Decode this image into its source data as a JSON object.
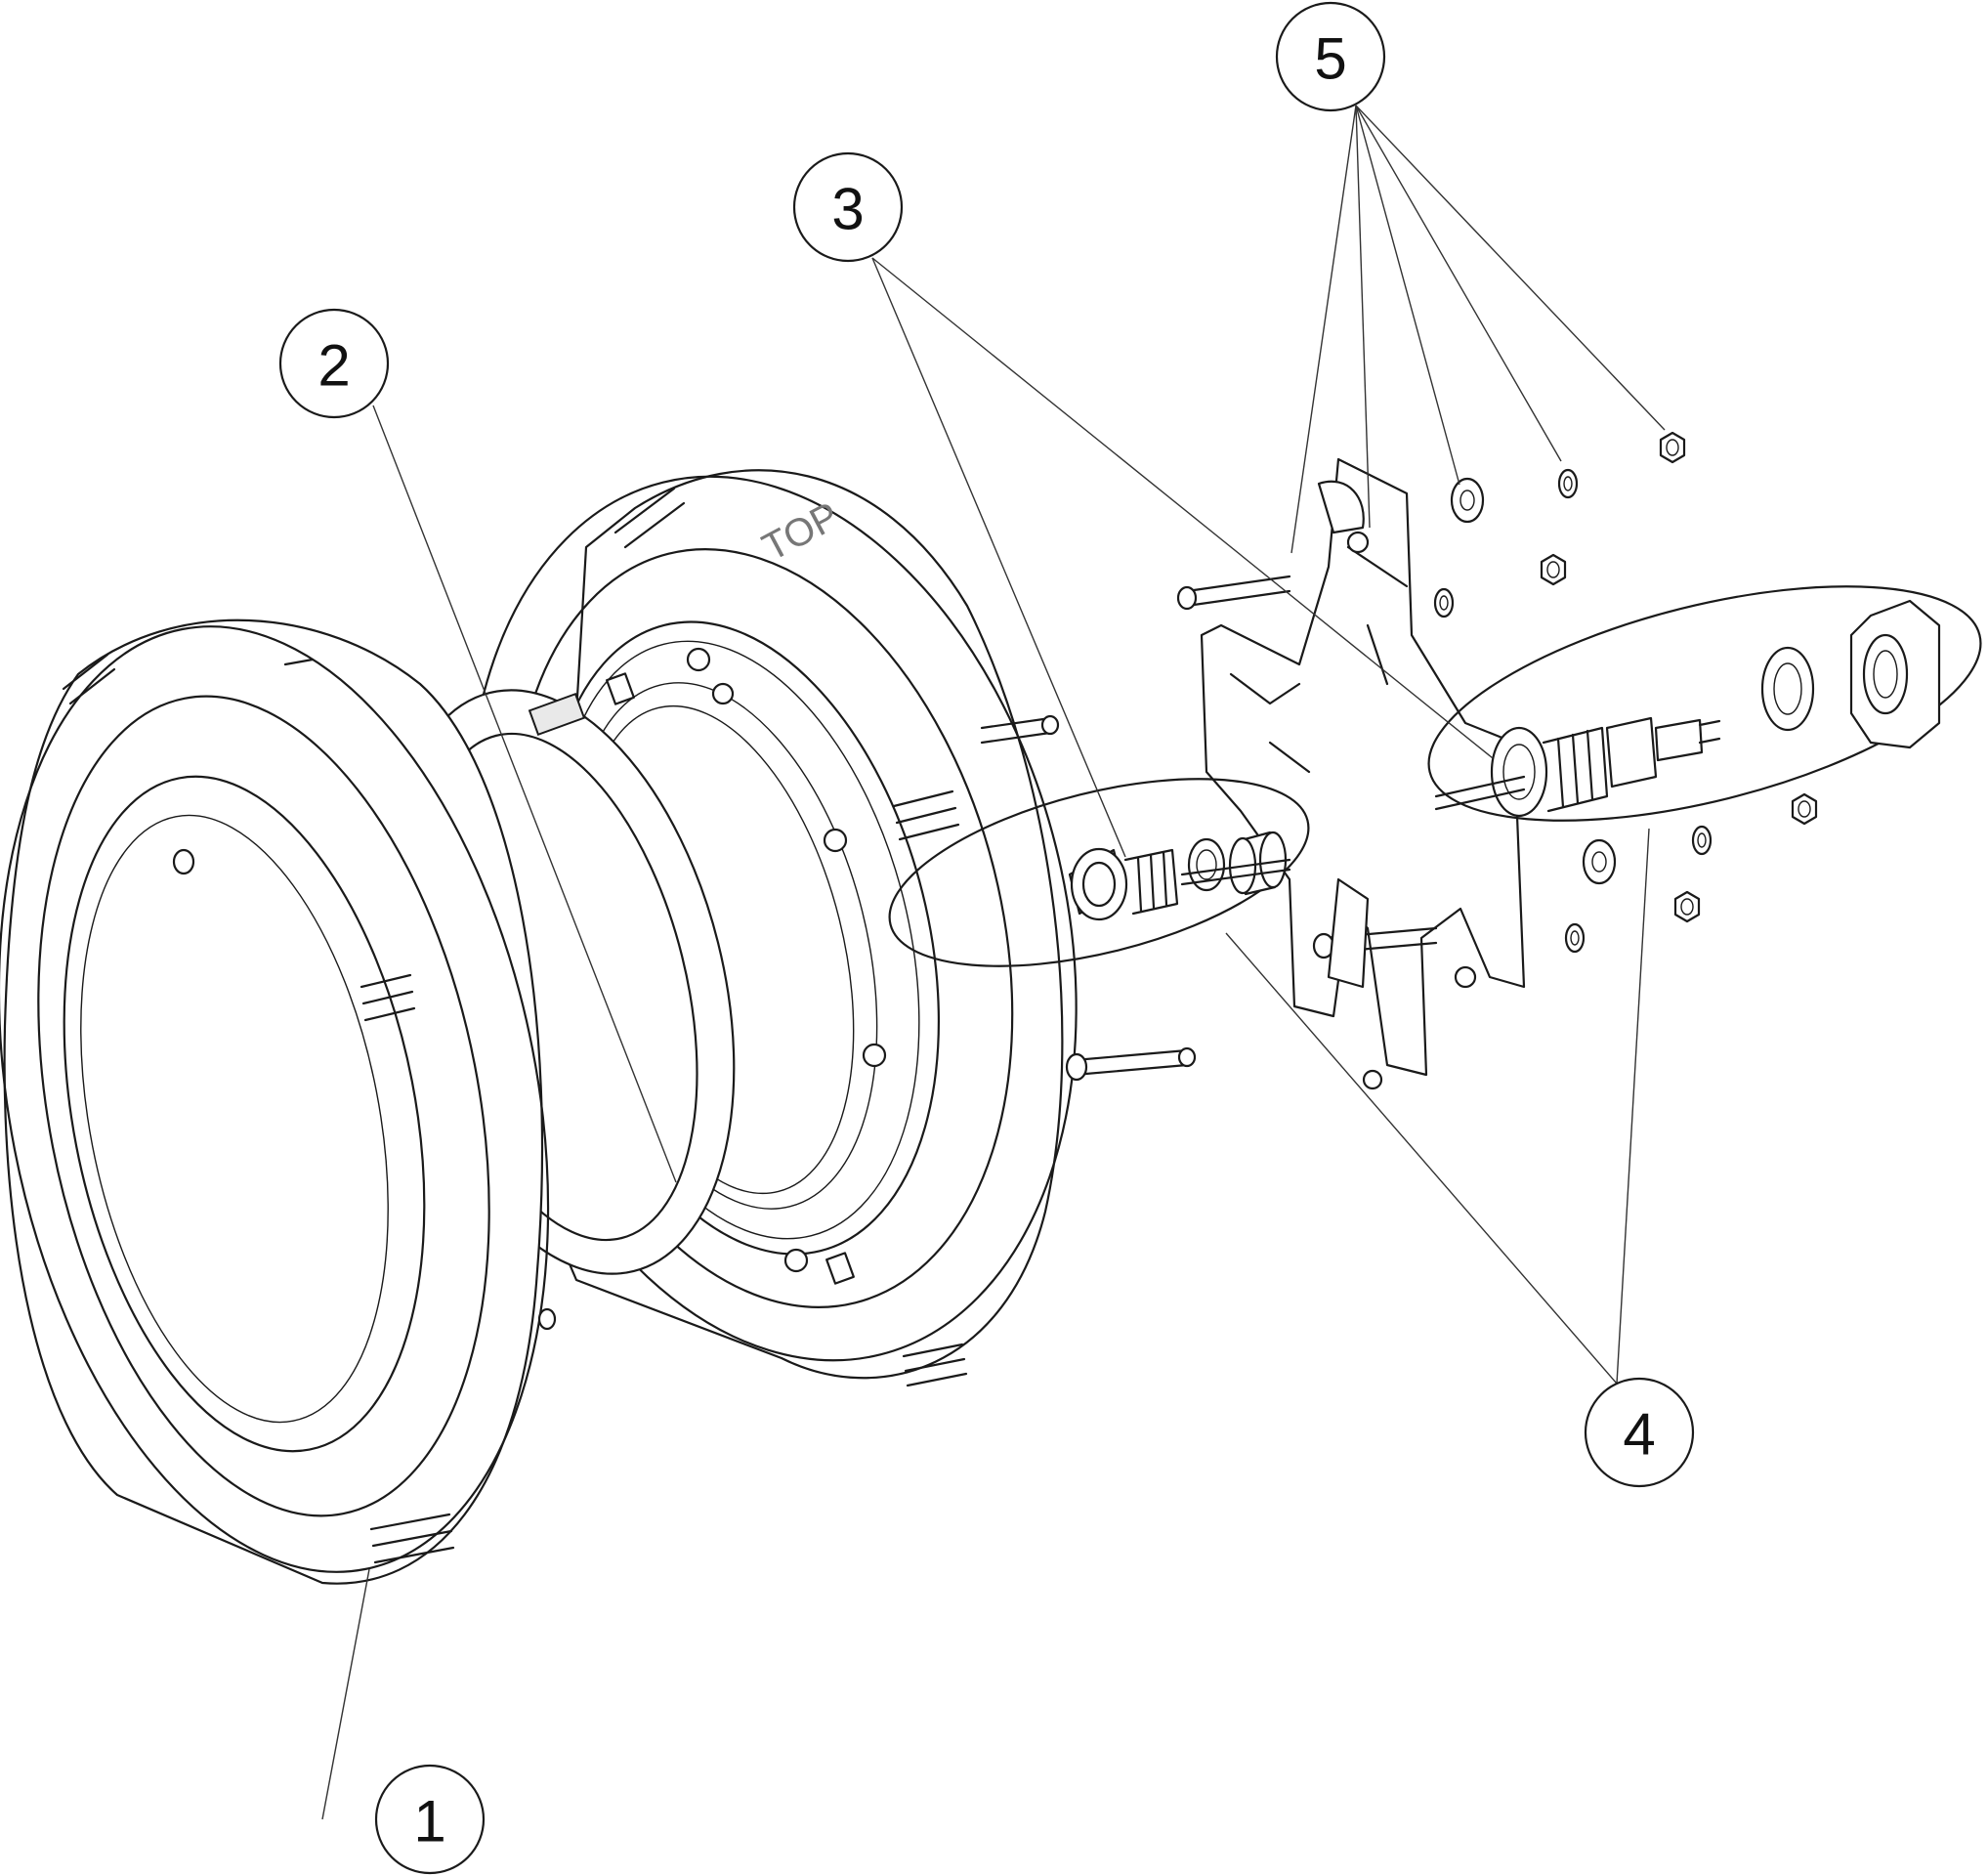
{
  "diagram": {
    "embossed_text": "TOP",
    "callouts": [
      {
        "id": "c1",
        "label": "1"
      },
      {
        "id": "c2",
        "label": "2"
      },
      {
        "id": "c3",
        "label": "3"
      },
      {
        "id": "c4",
        "label": "4"
      },
      {
        "id": "c5",
        "label": "5"
      }
    ]
  }
}
